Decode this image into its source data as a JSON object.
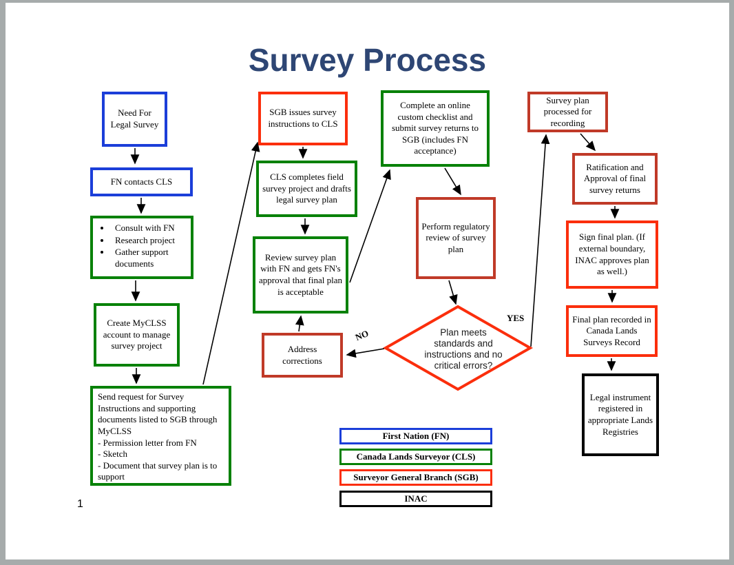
{
  "title": "Survey Process",
  "page_number": "1",
  "colors": {
    "blue": "#1B3ED9",
    "green": "#068106",
    "red_dark": "#C03A28",
    "red_bright": "#FB2E0C",
    "black": "#000000",
    "title": "#2E4674",
    "arrow": "#000000",
    "frame_gray": "#A6ABAB"
  },
  "nodes": {
    "need_legal_survey": "Need For Legal Survey",
    "fn_contacts_cls": "FN contacts CLS",
    "consult_bullets": [
      "Consult with FN",
      "Research project",
      "Gather support documents"
    ],
    "create_myclss": "Create  MyCLSS account to manage survey project",
    "send_request": {
      "intro": "Send request for Survey Instructions and supporting documents listed to SGB through MyCLSS",
      "items": [
        "- Permission letter from FN",
        "- Sketch",
        "- Document that survey plan is to support"
      ]
    },
    "sgb_issues": "SGB issues survey instructions to CLS",
    "cls_completes": "CLS completes field survey project and drafts legal survey plan",
    "review_plan": "Review survey plan with FN and gets FN's approval that final plan is acceptable",
    "address_corrections": "Address corrections",
    "complete_checklist": "Complete an online custom checklist and submit survey returns to SGB (includes FN acceptance)",
    "regulatory_review": "Perform regulatory review of survey plan",
    "survey_plan_processed": "Survey plan processed for recording",
    "ratification": "Ratification and Approval of final survey returns",
    "sign_final_plan": "Sign final plan. (If external boundary, INAC approves plan as well.)",
    "final_plan_recorded": "Final plan recorded in Canada Lands Surveys Record",
    "legal_instrument": "Legal instrument registered in appropriate Lands Registries"
  },
  "decision": {
    "question": "Plan meets standards and instructions and no critical errors?",
    "yes_label": "YES",
    "no_label": "NO"
  },
  "legend": [
    {
      "label": "First Nation (FN)",
      "color_key": "blue"
    },
    {
      "label": "Canada Lands Surveyor (CLS)",
      "color_key": "green"
    },
    {
      "label": "Surveyor General Branch (SGB)",
      "color_key": "red_bright"
    },
    {
      "label": "INAC",
      "color_key": "black"
    }
  ]
}
